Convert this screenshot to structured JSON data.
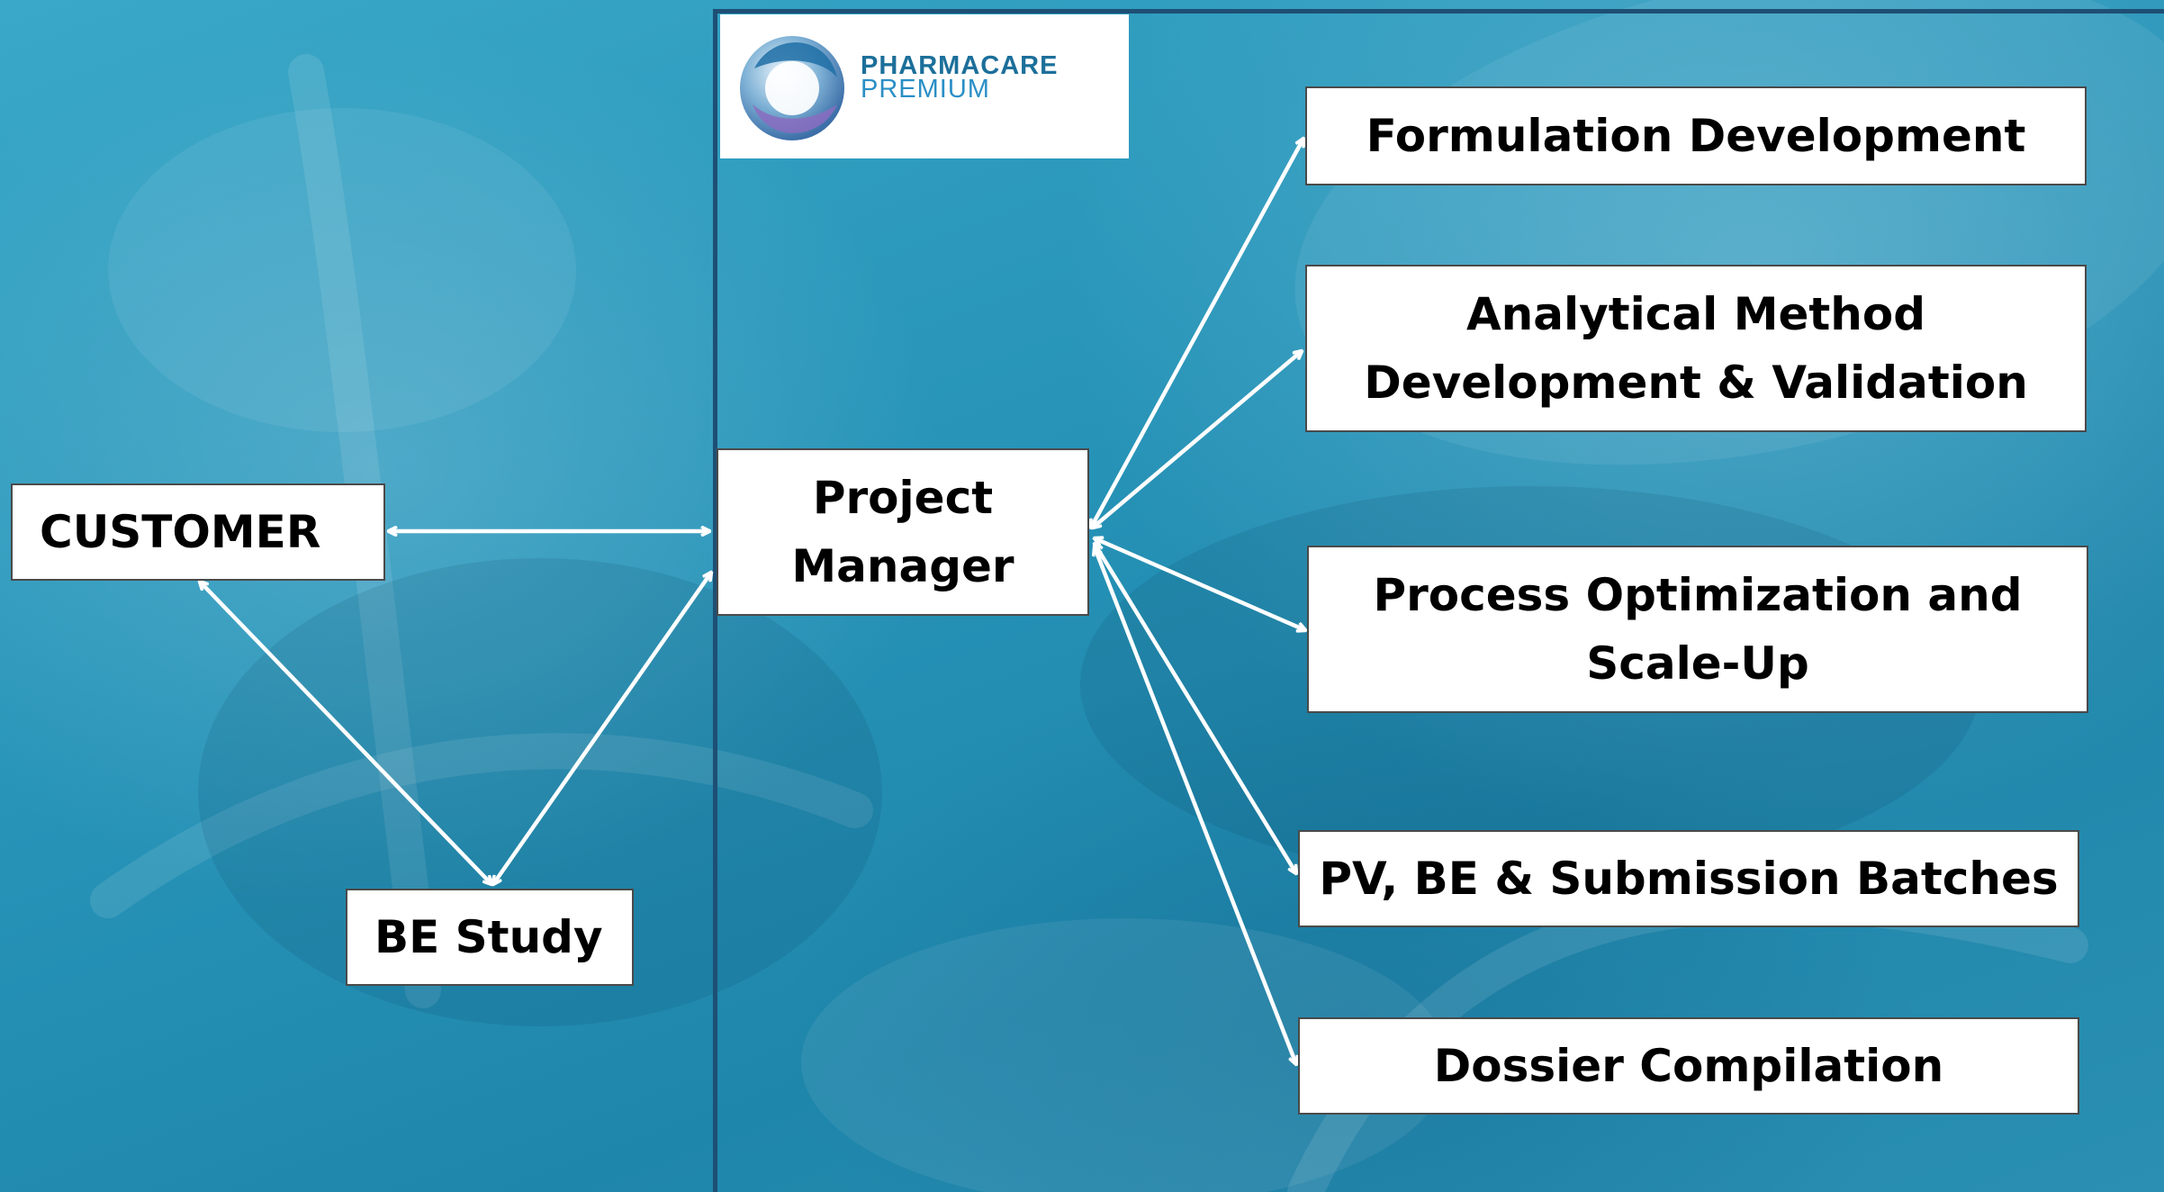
{
  "logo": {
    "brand_line1": "PHARMACARE",
    "brand_line2": "PREMIUM"
  },
  "nodes": {
    "customer": "CUSTOMER",
    "be_study": "BE Study",
    "project_manager_line1": "Project",
    "project_manager_line2": "Manager",
    "formulation": "Formulation Development",
    "analytical_line1": "Analytical Method",
    "analytical_line2": "Development & Validation",
    "process_line1": "Process Optimization and",
    "process_line2": "Scale-Up",
    "pv_be": "PV, BE & Submission Batches",
    "dossier": "Dossier Compilation"
  },
  "colors": {
    "background": "#2794b8",
    "frame_border": "#1e4f74",
    "box_fill": "#ffffff",
    "arrow": "#ffffff",
    "logo_blue": "#1c6f9a"
  }
}
